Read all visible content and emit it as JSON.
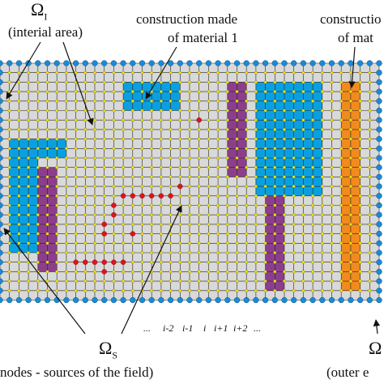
{
  "labels": {
    "omega_interior_symbol": "Ω",
    "omega_interior_sub": "I",
    "interior_caption": "(interial area)",
    "construction1_line1": "construction made",
    "construction1_line2": "of material 1",
    "construction2_line1": "constructio",
    "construction2_line2": "of mat",
    "omega_sources_symbol": "Ω",
    "omega_sources_sub": "S",
    "sources_caption": "nodes - sources of the field)",
    "omega_outer_symbol": "Ω",
    "outer_caption": "(outer e"
  },
  "index_labels": [
    "...",
    "i-2",
    "i-1",
    "i",
    "i+1",
    "i+2",
    "..."
  ],
  "colors": {
    "background": "#ffffff",
    "grid_fill": "#d9d9d9",
    "grid_line": "#222222",
    "material1": "#0aa0e0",
    "material2": "#8c3e8c",
    "material3": "#f28a1c",
    "inner_node": "#f2e600",
    "boundary_node": "#1a8ad6",
    "source_node": "#e0141a",
    "arrow": "#111111"
  }
}
